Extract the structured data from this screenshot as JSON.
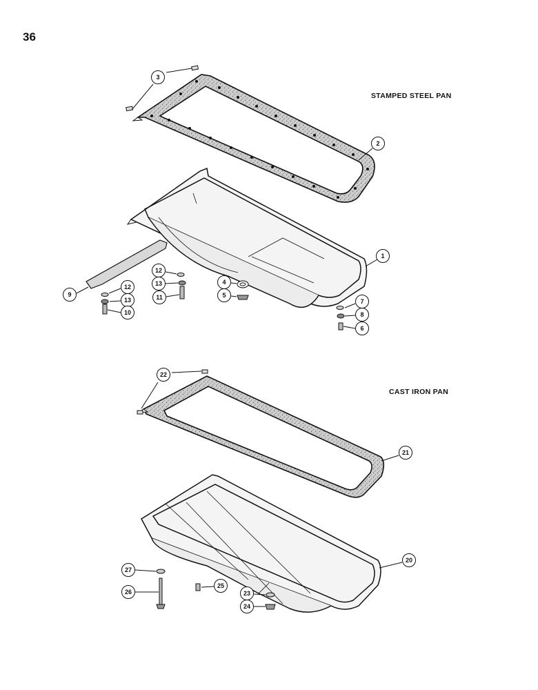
{
  "page_number": "36",
  "sections": {
    "steel": {
      "title": "STAMPED STEEL PAN"
    },
    "cast": {
      "title": "CAST IRON PAN"
    }
  },
  "callouts": [
    {
      "id": "c3",
      "label": "3"
    },
    {
      "id": "c2",
      "label": "2"
    },
    {
      "id": "c1",
      "label": "1"
    },
    {
      "id": "c9",
      "label": "9"
    },
    {
      "id": "c12a",
      "label": "12"
    },
    {
      "id": "c13a",
      "label": "13"
    },
    {
      "id": "c10",
      "label": "10"
    },
    {
      "id": "c12b",
      "label": "12"
    },
    {
      "id": "c13b",
      "label": "13"
    },
    {
      "id": "c11",
      "label": "11"
    },
    {
      "id": "c4",
      "label": "4"
    },
    {
      "id": "c5",
      "label": "5"
    },
    {
      "id": "c7",
      "label": "7"
    },
    {
      "id": "c8",
      "label": "8"
    },
    {
      "id": "c6",
      "label": "6"
    },
    {
      "id": "c22",
      "label": "22"
    },
    {
      "id": "c21",
      "label": "21"
    },
    {
      "id": "c20",
      "label": "20"
    },
    {
      "id": "c27",
      "label": "27"
    },
    {
      "id": "c26",
      "label": "26"
    },
    {
      "id": "c25",
      "label": "25"
    },
    {
      "id": "c23",
      "label": "23"
    },
    {
      "id": "c24",
      "label": "24"
    }
  ]
}
